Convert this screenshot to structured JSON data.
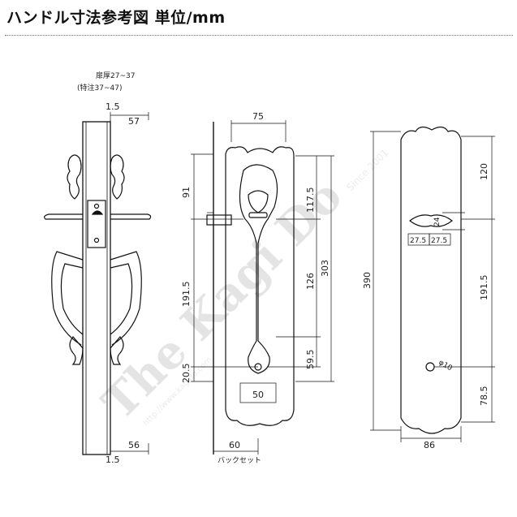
{
  "title": "ハンドル寸法参考図 単位/mm",
  "door": {
    "thickness": "扉厚27~37",
    "special": "(特注37~47)"
  },
  "watermark": {
    "main": "The Kagi Do",
    "since": "Since 2001",
    "url": "http://www.kagido.com"
  },
  "dims": {
    "side_top_gap": "1.5",
    "side_top_depth": "57",
    "side_bottom_gap": "1.5",
    "side_bottom_depth": "56",
    "front_width": "75",
    "front_91": "91",
    "front_117_5": "117.5",
    "front_191_5": "191.5",
    "front_126": "126",
    "front_303": "303",
    "front_59_5": "59.5",
    "front_20_5": "20.5",
    "front_50": "50",
    "backset": "60",
    "backset_label": "バックセット",
    "plate_120": "120",
    "plate_24": "24",
    "plate_27_5a": "27.5",
    "plate_27_5b": "27.5",
    "plate_390": "390",
    "plate_191_5": "191.5",
    "plate_phi10": "φ10",
    "plate_78_5": "78.5",
    "plate_86": "86"
  }
}
